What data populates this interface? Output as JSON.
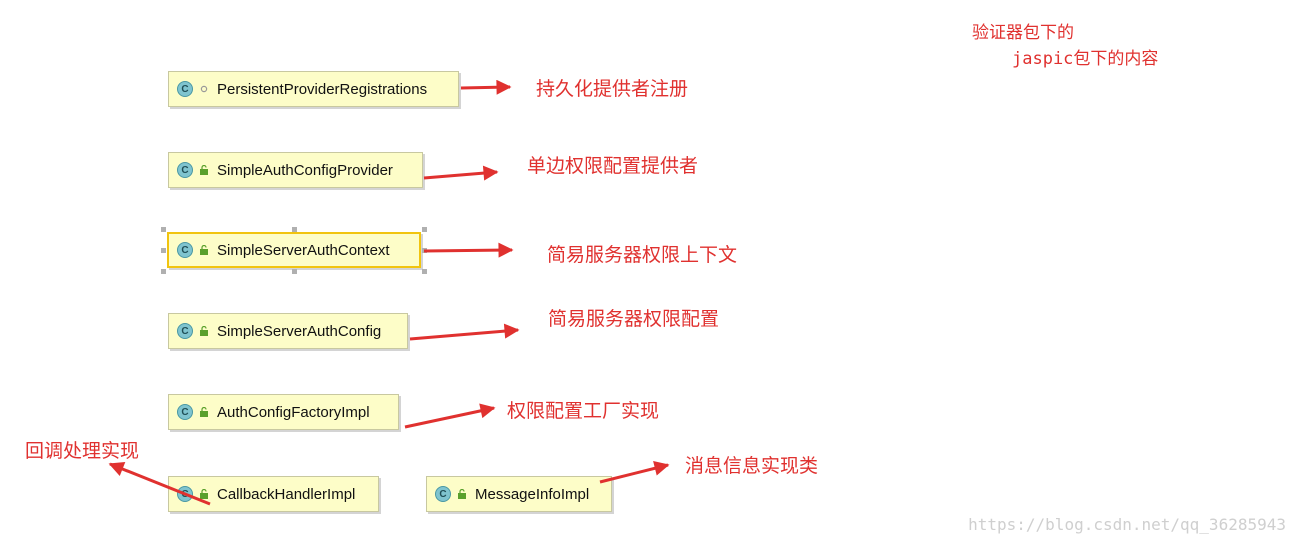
{
  "classes": [
    {
      "name": "PersistentProviderRegistrations",
      "icon_letter": "C",
      "visibility_icon": "package-private-dot-icon"
    },
    {
      "name": "SimpleAuthConfigProvider",
      "icon_letter": "C",
      "visibility_icon": "public-lock-icon"
    },
    {
      "name": "SimpleServerAuthContext",
      "icon_letter": "C",
      "visibility_icon": "public-lock-icon",
      "selected": true
    },
    {
      "name": "SimpleServerAuthConfig",
      "icon_letter": "C",
      "visibility_icon": "public-lock-icon"
    },
    {
      "name": "AuthConfigFactoryImpl",
      "icon_letter": "C",
      "visibility_icon": "public-lock-icon"
    },
    {
      "name": "CallbackHandlerImpl",
      "icon_letter": "C",
      "visibility_icon": "public-lock-icon"
    },
    {
      "name": "MessageInfoImpl",
      "icon_letter": "C",
      "visibility_icon": "public-lock-icon"
    }
  ],
  "annotations": [
    "持久化提供者注册",
    "单边权限配置提供者",
    "简易服务器权限上下文",
    "简易服务器权限配置",
    "权限配置工厂实现",
    "回调处理实现",
    "消息信息实现类"
  ],
  "note": {
    "line1": "验证器包下的",
    "line2": "jaspic包下的内容"
  },
  "watermark": "https://blog.csdn.net/qq_36285943",
  "colors": {
    "annotation": "#e0312f",
    "class_box": "#fdfdc8",
    "class_icon": "#7fc4cf",
    "selection": "#f1c40f",
    "visibility_lock": "#5aa02c"
  }
}
